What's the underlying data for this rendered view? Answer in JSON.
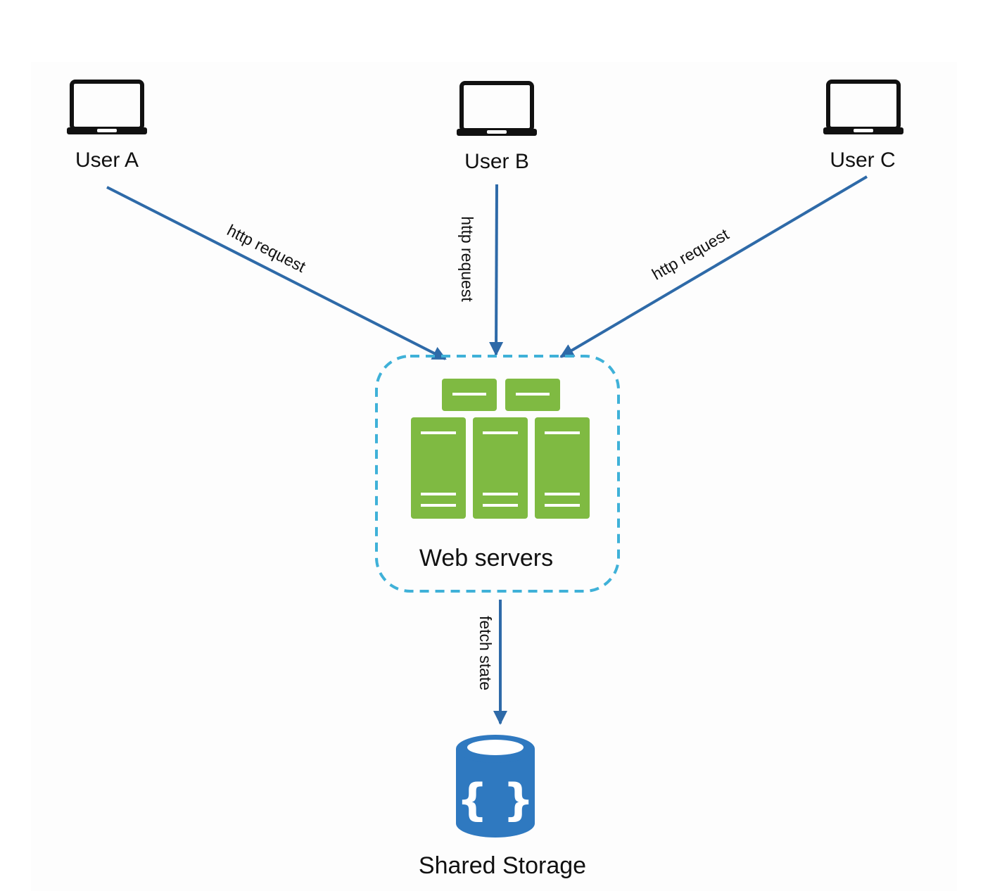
{
  "users": [
    {
      "id": "a",
      "label": "User A"
    },
    {
      "id": "b",
      "label": "User B"
    },
    {
      "id": "c",
      "label": "User C"
    }
  ],
  "web_servers": {
    "label": "Web servers"
  },
  "storage": {
    "label": "Shared Storage",
    "glyph": "{ }"
  },
  "edges": {
    "user_a": "http request",
    "user_b": "http request",
    "user_c": "http request",
    "storage": "fetch state"
  },
  "colors": {
    "arrow": "#2e6aa8",
    "dashed_border": "#3fb1d8",
    "server_green": "#7fba42",
    "storage_blue": "#2f79c0",
    "laptop": "#111111"
  },
  "icons": {
    "users": "laptop-icon",
    "web_servers": "server-rack-icon",
    "storage": "database-icon"
  }
}
